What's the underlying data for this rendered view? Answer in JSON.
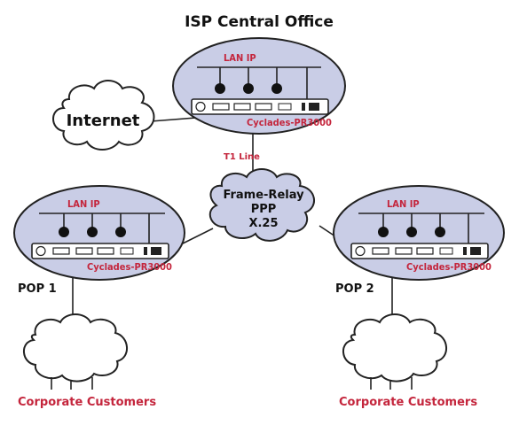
{
  "title": "ISP Central Office",
  "internet_label": "Internet",
  "t1_label": "T1 Line",
  "core_cloud": {
    "line1": "Frame-Relay",
    "line2": "PPP",
    "line3": "X.25"
  },
  "central_site": {
    "lan_label": "LAN  IP",
    "router_label": "Cyclades-PR3000"
  },
  "pop1": {
    "name": "POP 1",
    "lan_label": "LAN  IP",
    "router_label": "Cyclades-PR3000",
    "customers_label": "Corporate Customers"
  },
  "pop2": {
    "name": "POP 2",
    "lan_label": "LAN  IP",
    "router_label": "Cyclades-PR3000",
    "customers_label": "Corporate Customers"
  },
  "colors": {
    "site_fill": "#c9cde6",
    "label_red": "#c4253c"
  }
}
